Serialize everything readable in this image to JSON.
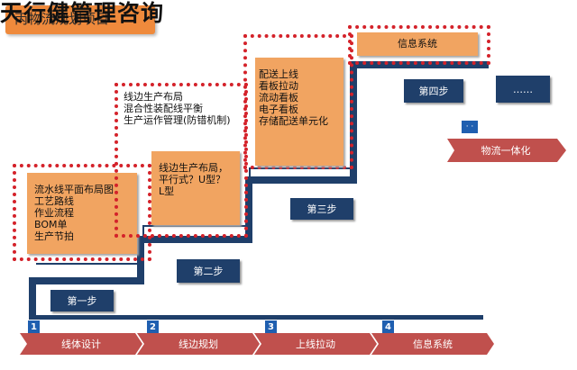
{
  "watermark": "天行健管理咨询",
  "title_tab": "丙物流规划项目",
  "boxes": {
    "box1_lines": [
      "流水线平面布局图",
      "工艺路线",
      "作业流程",
      "BOM单",
      "生产节拍"
    ],
    "box2_lines": [
      "线边生产布局，",
      "平行式？U型？",
      "L型"
    ],
    "box2_outer_lines": [
      "线边生产布局",
      "混合性装配线平衡",
      "生产运作管理(防错机制)"
    ],
    "box3_lines": [
      "配送上线",
      "看板拉动",
      "流动看板",
      "电子看板",
      "存储配送单元化"
    ],
    "box4_label": "信息系统"
  },
  "steps": {
    "s1": "第一步",
    "s2": "第二步",
    "s3": "第三步",
    "s4": "第四步",
    "more": "……"
  },
  "small_marker": "· ·",
  "logistics_banner": "物流一体化",
  "phases": [
    {
      "num": "1",
      "label": "线体设计"
    },
    {
      "num": "2",
      "label": "线边规划"
    },
    {
      "num": "3",
      "label": "上线拉动"
    },
    {
      "num": "4",
      "label": "信息系统"
    }
  ],
  "colors": {
    "navy": "#1f3f6a",
    "orange": "#f1a461",
    "red_dash": "#d4222a",
    "chevron": "#c0504d",
    "title_tab": "#ef8a3c"
  }
}
